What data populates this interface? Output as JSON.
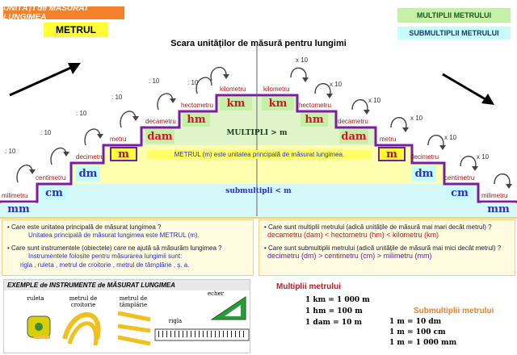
{
  "header": {
    "topic": "UNITĂȚI de MĂSURAT LUNGIMEA",
    "meter_button": "METRUL",
    "multiples_button": "MULTIPLII METRULUI",
    "submultiples_button": "SUBMULTIPLII METRULUI",
    "scale_title": "Scara unităților de măsură pentru lungimi"
  },
  "colors": {
    "orange": "#f5812b",
    "yellow": "#ffff33",
    "green": "#c6f0a8",
    "cyan": "#c8fbfb",
    "purple": "#7a1ea0",
    "red": "#d0142a",
    "blue": "#2a32b8"
  },
  "staircase": {
    "divide_label": ": 10",
    "multiply_label": "x 10",
    "multiples_label": "MULTIPLI > m",
    "submultiples_label": "submultipli < m",
    "main_statement": "METRUL (m) este unitatea principală de măsurat lungimea.",
    "left_units": [
      {
        "name": "milimetru",
        "symbol": "mm"
      },
      {
        "name": "centimetru",
        "symbol": "cm"
      },
      {
        "name": "decimetru",
        "symbol": "dm"
      },
      {
        "name": "metru",
        "symbol": "m"
      },
      {
        "name": "decametru",
        "symbol": "dam"
      },
      {
        "name": "hectometru",
        "symbol": "hm"
      },
      {
        "name": "kilometru",
        "symbol": "km"
      }
    ],
    "right_units": [
      {
        "name": "kilometru",
        "symbol": "km"
      },
      {
        "name": "hectometru",
        "symbol": "hm"
      },
      {
        "name": "decametru",
        "symbol": "dam"
      },
      {
        "name": "metru",
        "symbol": "m"
      },
      {
        "name": "decimetru",
        "symbol": "dm"
      },
      {
        "name": "centimetru",
        "symbol": "cm"
      },
      {
        "name": "milimetru",
        "symbol": "mm"
      }
    ]
  },
  "left_panel": {
    "q1": "Care este unitatea principală de măsurat lungimea ?",
    "a1": "Unitatea principală de măsurat lungimea este METRUL (m).",
    "q2": "Care sunt instrumentele (obiectele) care ne ajută să măsurăm lungimea ?",
    "a2_line1": "Instrumentele folosite pentru măsurarea lungimii sunt:",
    "a2_line2": "rigla , ruleta , metrul de croitorie , metrul de tâmplărie , ș. a."
  },
  "right_panel": {
    "q1": "Care sunt multiplii metrului (adică unitățile de măsură mai mari decât metrul) ?",
    "a1": "decametru (dam) < hectometru (hm) < kilometru (km)",
    "q2": "Care sunt submultiplii metrului (adică unitățile de măsură mai mici decât metrul) ?",
    "a2": "decimetru (dm) > centimetru (cm) > milimetru (mm)"
  },
  "examples": {
    "title": "EXEMPLE de INSTRUMENTE de MĂSURAT LUNGIMEA",
    "tools": [
      "ruleta",
      "metrul de croitorie",
      "metrul de tâmplărie",
      "rigla",
      "echer"
    ]
  },
  "multiples_table": {
    "title": "Multiplii metrului",
    "rows": [
      "1 km = 1 000 m",
      "1 hm = 100 m",
      "1 dam = 10 m"
    ]
  },
  "submultiples_table": {
    "title": "Submultiplii metrului",
    "rows": [
      "1 m = 10 dm",
      "1 m = 100 cm",
      "1 m = 1 000 mm"
    ]
  }
}
